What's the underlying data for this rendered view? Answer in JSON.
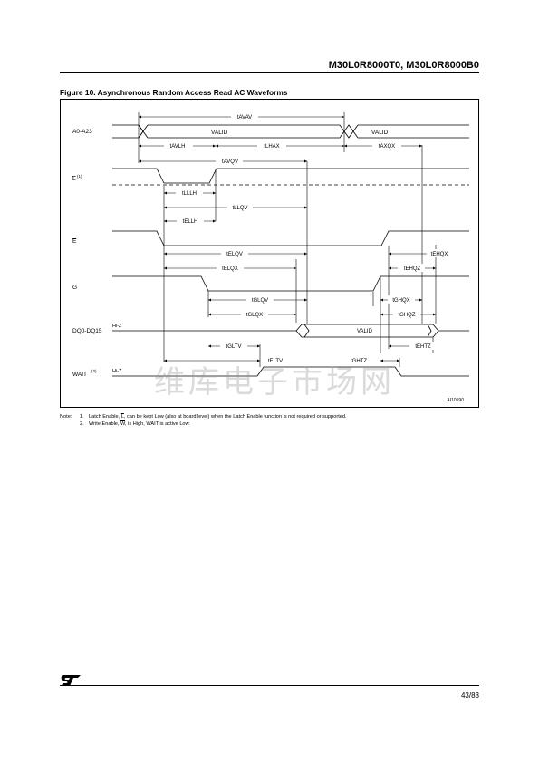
{
  "header": {
    "title": "M30L0R8000T0, M30L0R8000B0"
  },
  "figure": {
    "caption": "Figure 10. Asynchronous Random Access Read AC Waveforms",
    "id": "AI10590",
    "signals": {
      "addr": "A0-A23",
      "l": "L",
      "l_sup": "(1)",
      "e": "E",
      "g": "G",
      "dq": "DQ0-DQ15",
      "wait": "WAIT",
      "wait_sup": "(2)"
    },
    "hiz": "Hi-Z",
    "valid": "VALID",
    "timings": {
      "tAVAV": "tAVAV",
      "tAVLH": "tAVLH",
      "tLHAX": "tLHAX",
      "tAXQX": "tAXQX",
      "tAVQV": "tAVQV",
      "tLLLH": "tLLLH",
      "tLLQV": "tLLQV",
      "tELLH": "tELLH",
      "tELQV": "tELQV",
      "tEHQX": "tEHQX",
      "tELQX": "tELQX",
      "tEHQZ": "tEHQZ",
      "tGLQV": "tGLQV",
      "tGHQX": "tGHQX",
      "tGLQX": "tGLQX",
      "tGHQZ": "tGHQZ",
      "tGLTV": "tGLTV",
      "tEHTZ": "tEHTZ",
      "tELTV": "tELTV",
      "tGHTZ": "tGHTZ"
    }
  },
  "notes": {
    "prefix": "Note:",
    "items": [
      {
        "num": "1.",
        "a": "Latch Enable, ",
        "ol": "L",
        "b": ", can be kept Low (also at board level) when the Latch Enable function is not required or supported."
      },
      {
        "num": "2.",
        "a": "Write Enable, ",
        "ol": "W",
        "b": ", is High, WAIT is active Low."
      }
    ]
  },
  "watermark": "维库电子市场网",
  "footer": {
    "page": "43/83",
    "logo": "ST"
  }
}
